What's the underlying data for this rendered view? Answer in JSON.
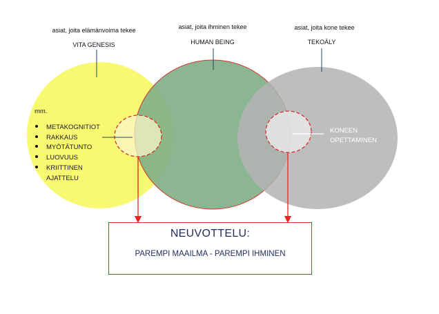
{
  "captions": {
    "left_sub": "asiat, joita elämänvoima tekee",
    "left_title": "VITA GENESIS",
    "mid_sub": "asiat, joita ihminen tekee",
    "mid_title": "HUMAN BEING",
    "right_sub": "asiat, joita kone tekee",
    "right_title": "TEKOÄLY"
  },
  "left_list": {
    "intro": "mm.",
    "items": [
      "METAKOGNITIOT",
      "RAKKAUS",
      "MYÖTÄTUNTO",
      "LUOVUUS",
      "KRIITTINEN",
      "AJATTELU"
    ]
  },
  "right_label": {
    "line1": "KONEEN",
    "line2": "OPETTAMINEN"
  },
  "result_box": {
    "title": "NEUVOTTELU:",
    "subtitle": "PAREMPI MAAILMA - PAREMPI IHMINEN"
  },
  "colors": {
    "yellow": "#f9f871",
    "green": "#86b48c",
    "grey": "#bdbdbd",
    "red": "#d0332c",
    "navy": "#1f2c5a"
  }
}
